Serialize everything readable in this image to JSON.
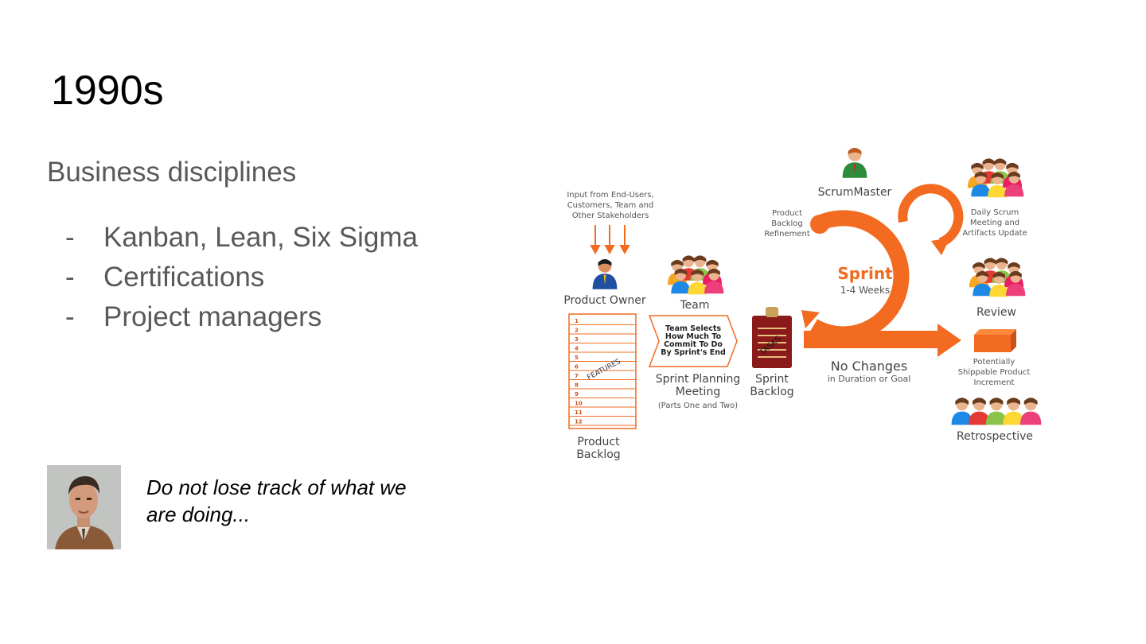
{
  "slide": {
    "title": "1990s",
    "subtitle": "Business disciplines",
    "bullets": [
      "Kanban, Lean, Six Sigma",
      "Certifications",
      "Project managers"
    ],
    "bullet_marker": "-",
    "quote_line1": "Do not lose track of what we",
    "quote_line2": "are doing..."
  },
  "diagram": {
    "accent_color": "#f26b21",
    "input_line1": "Input from End-Users,",
    "input_line2": "Customers, Team and",
    "input_line3": "Other Stakeholders",
    "product_owner": "Product Owner",
    "team": "Team",
    "scrum_master": "ScrumMaster",
    "refinement_line1": "Product",
    "refinement_line2": "Backlog",
    "refinement_line3": "Refinement",
    "sprint": "Sprint",
    "sprint_duration": "1-4 Weeks",
    "daily_line1": "Daily Scrum",
    "daily_line2": "Meeting and",
    "daily_line3": "Artifacts Update",
    "review": "Review",
    "increment_line1": "Potentially",
    "increment_line2": "Shippable Product",
    "increment_line3": "Increment",
    "retrospective": "Retrospective",
    "no_changes": "No Changes",
    "no_changes_sub": "in Duration or Goal",
    "commit_line1": "Team Selects",
    "commit_line2": "How Much To",
    "commit_line3": "Commit To Do",
    "commit_line4": "By Sprint's End",
    "planning_line1": "Sprint Planning",
    "planning_line2": "Meeting",
    "planning_sub": "(Parts One and Two)",
    "sprint_backlog_line1": "Sprint",
    "sprint_backlog_line2": "Backlog",
    "product_backlog_line1": "Product",
    "product_backlog_line2": "Backlog",
    "features": "FEATURES",
    "tasks": "TASKS",
    "backlog_numbers": [
      "1",
      "2",
      "3",
      "4",
      "5",
      "6",
      "7",
      "8",
      "9",
      "10",
      "11",
      "12"
    ]
  }
}
